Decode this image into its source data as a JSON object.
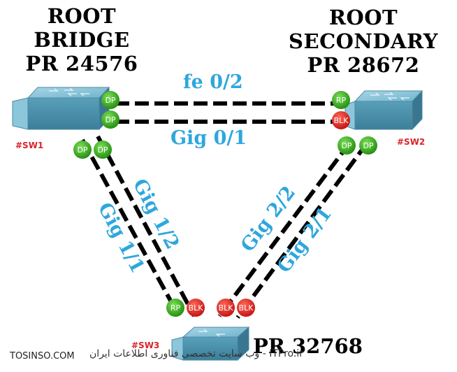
{
  "root_bridge": {
    "line1": "ROOT",
    "line2": "BRIDGE",
    "priority": "PR 24576"
  },
  "root_secondary": {
    "line1": "ROOT",
    "line2": "SECONDARY",
    "priority": "PR 28672"
  },
  "sw3": {
    "priority": "PR 32768"
  },
  "hosts": {
    "sw1": "#SW1",
    "sw2": "#SW2",
    "sw3": "#SW3"
  },
  "links": {
    "fe02": "fe 0/2",
    "gig01": "Gig 0/1",
    "gig12": "Gig 1/2",
    "gig11": "Gig 1/1",
    "gig22": "Gig 2/2",
    "gig21": "Gig 2/1"
  },
  "port_roles": {
    "dp": "DP",
    "rp": "RP",
    "blk": "BLK"
  },
  "colors": {
    "dp": "#2c9a12",
    "rp": "#2c9a12",
    "blk": "#e01818",
    "link_label": "#2ea7dd",
    "hostname": "#d8232a"
  },
  "watermark": {
    "left": "TOSINSO.COM",
    "right": "ITPro.ir - وب سایت تخصصی فناوری اطلاعات ایران"
  }
}
